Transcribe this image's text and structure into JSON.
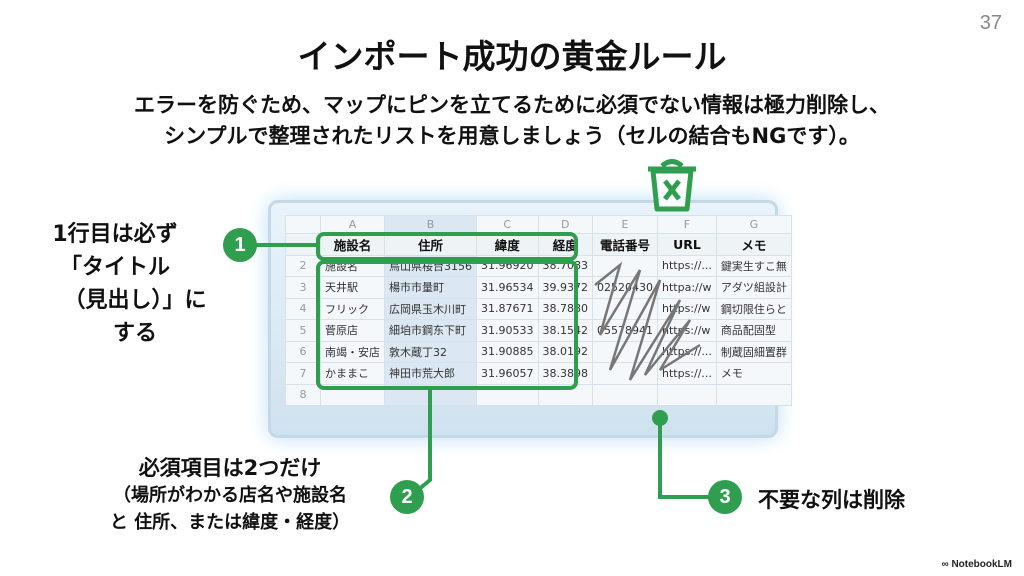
{
  "page_number": "37",
  "title": "インポート成功の黄金ルール",
  "subtitle": [
    "エラーを防ぐため、マップにピンを立てるために必須でない情報は極力削除し、",
    "シンプルで整理されたリストを用意しましょう（セルの結合もNGです）。"
  ],
  "sheet": {
    "col_letters": [
      "A",
      "B",
      "C",
      "D",
      "E",
      "F",
      "G"
    ],
    "headers": [
      "施設名",
      "住所",
      "緯度",
      "経度",
      "電話番号",
      "URL",
      "メモ"
    ],
    "rows": [
      {
        "n": "2",
        "cells": [
          "施設名",
          "鳥山県桜台3156",
          "31.96920",
          "38.7083",
          "",
          "https://...",
          "鍵実生すこ無"
        ]
      },
      {
        "n": "3",
        "cells": [
          "天井駅",
          "楊市市量町",
          "31.96534",
          "39.9372",
          "02520430",
          "httpa://w",
          "アダツ組設計"
        ]
      },
      {
        "n": "4",
        "cells": [
          "フリック",
          "広岡県玉木川町",
          "31.87671",
          "38.7880",
          "",
          "https://w",
          "鋼切限住らと"
        ]
      },
      {
        "n": "5",
        "cells": [
          "菅原店",
          "細垍市鋼东下町",
          "31.90533",
          "38.1542",
          "05578941",
          "https://w",
          "商品配固型"
        ]
      },
      {
        "n": "6",
        "cells": [
          "南竭・安店",
          "敦木蔵丁32",
          "31.90885",
          "38.0192",
          "",
          "https://...",
          "制蔵固細置群"
        ]
      },
      {
        "n": "7",
        "cells": [
          "かままこ",
          "神田市荒大郎",
          "31.96057",
          "38.3898",
          "",
          "https://...",
          "メモ"
        ]
      },
      {
        "n": "8",
        "cells": [
          "",
          "",
          "",
          "",
          "",
          "",
          ""
        ]
      }
    ]
  },
  "callouts": {
    "one": {
      "num": "1",
      "lines": [
        "1行目は必ず",
        "「タイトル",
        "（見出し）」にする"
      ]
    },
    "two": {
      "num": "2",
      "lines": [
        "必須項目は2つだけ",
        "（場所がわかる店名や施設名",
        "と 住所、または緯度・経度）"
      ]
    },
    "three": {
      "num": "3",
      "text": "不要な列は削除"
    }
  },
  "brand": "NotebookLM",
  "colors": {
    "accent": "#2f9e4f"
  }
}
